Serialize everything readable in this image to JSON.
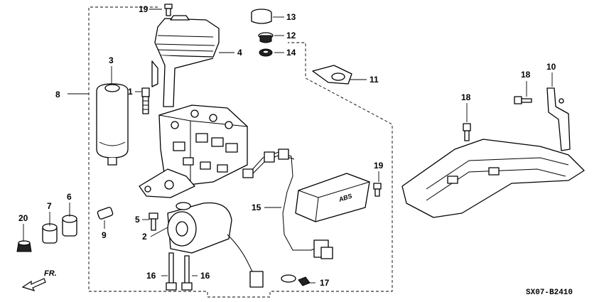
{
  "diagram": {
    "code": "SX07-B2410",
    "direction_label": "FR.",
    "callouts": [
      {
        "id": "c1",
        "label": "1"
      },
      {
        "id": "c2",
        "label": "2"
      },
      {
        "id": "c3",
        "label": "3"
      },
      {
        "id": "c4",
        "label": "4"
      },
      {
        "id": "c5",
        "label": "5"
      },
      {
        "id": "c6",
        "label": "6"
      },
      {
        "id": "c7",
        "label": "7"
      },
      {
        "id": "c8",
        "label": "8"
      },
      {
        "id": "c9",
        "label": "9"
      },
      {
        "id": "c10",
        "label": "10"
      },
      {
        "id": "c11",
        "label": "11"
      },
      {
        "id": "c12",
        "label": "12"
      },
      {
        "id": "c13",
        "label": "13"
      },
      {
        "id": "c14",
        "label": "14"
      },
      {
        "id": "c15",
        "label": "15"
      },
      {
        "id": "c16a",
        "label": "16"
      },
      {
        "id": "c16b",
        "label": "16"
      },
      {
        "id": "c17",
        "label": "17"
      },
      {
        "id": "c18a",
        "label": "18"
      },
      {
        "id": "c18b",
        "label": "18"
      },
      {
        "id": "c19a",
        "label": "19"
      },
      {
        "id": "c19b",
        "label": "19"
      },
      {
        "id": "c20",
        "label": "20"
      }
    ],
    "module_marking": "ABS"
  }
}
